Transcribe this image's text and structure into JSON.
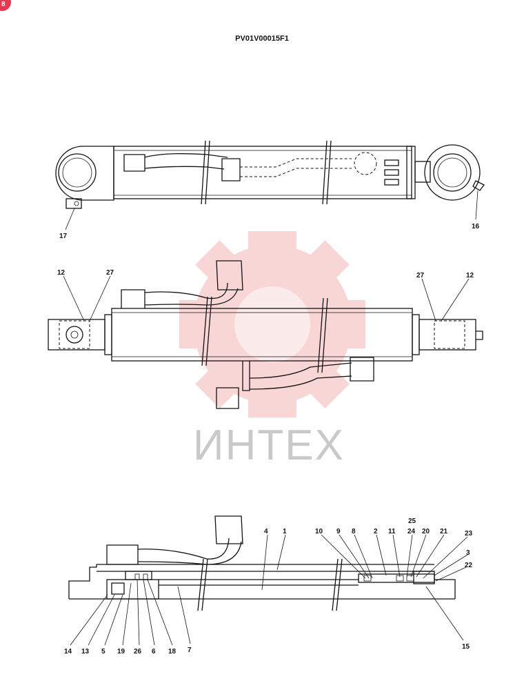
{
  "drawing": {
    "code": "PV01V00015F1",
    "corner_badge": "8",
    "watermark_text": "ИНТЕХ",
    "watermark_color": "#f08c8c"
  },
  "views": {
    "top": {
      "callouts": [
        "17",
        "16"
      ]
    },
    "middle": {
      "callouts": [
        "12",
        "27",
        "27",
        "12"
      ]
    },
    "section": {
      "callouts_top": [
        "4",
        "1",
        "10",
        "9",
        "8",
        "2",
        "11",
        "25",
        "24",
        "20",
        "21",
        "23",
        "3",
        "22"
      ],
      "callouts_bottom": [
        "14",
        "13",
        "5",
        "19",
        "26",
        "6",
        "18",
        "7",
        "15"
      ]
    }
  }
}
